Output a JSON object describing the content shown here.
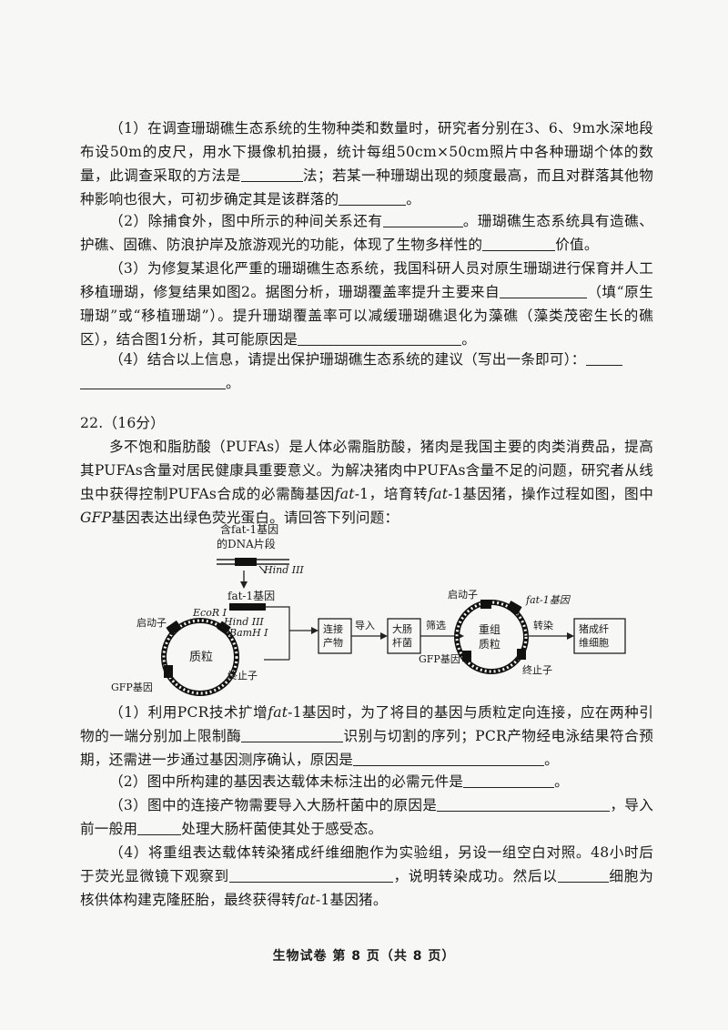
{
  "q21": {
    "p1a": "（1）在调查珊瑚礁生态系统的生物种类和数量时，研究者分别在3、6、9m水深地段布设50m的皮尺，用水下摄像机拍摄，统计每组50cm×50cm照片中各种珊瑚个体的数量，此调查采取的方法是",
    "p1b": "法；若某一种珊瑚出现的频度最高，而且对群落其他物种影响也很大，可初步确定其是该群落的",
    "p1c": "。",
    "p2a": "（2）除捕食外，图中所示的种间关系还有",
    "p2b": "。珊瑚礁生态系统具有造礁、护礁、固礁、防浪护岸及旅游观光的功能，体现了生物多样性的",
    "p2c": "价值。",
    "p3a": "（3）为修复某退化严重的珊瑚礁生态系统，我国科研人员对原生珊瑚进行保育并人工移植珊瑚，修复结果如图2。据图分析，珊瑚覆盖率提升主要来自",
    "p3b": "（填“原生珊瑚”或“移植珊瑚”）。提升珊瑚覆盖率可以减缓珊瑚礁退化为藻礁（藻类茂密生长的礁区），结合图1分析，其可能原因是",
    "p3c": "。",
    "p4a": "（4）结合以上信息，请提出保护珊瑚礁生态系统的建议（写出一条即可）：",
    "p4b": "。"
  },
  "q22": {
    "header": "22.（16分）",
    "intro_a": "多不饱和脂肪酸（PUFAs）是人体必需脂肪酸，猪肉是我国主要的肉类消费品，提高其PUFAs含量对居民健康具重要意义。为解决猪肉中PUFAs含量不足的问题，研究者从线虫中获得控制PUFAs合成的必需酶基因",
    "intro_g1": "fat",
    "intro_b": "-1，培育转",
    "intro_g2": "fat",
    "intro_c": "-1基因猪，操作过程如图，图中",
    "intro_g3": "GFP",
    "intro_d": "基因表达出绿色荧光蛋白。请回答下列问题：",
    "q1a": "（1）利用PCR技术扩增",
    "q1g": "fat",
    "q1b": "-1基因时，为了将目的基因与质粒定向连接，应在两种引物的一端分别加上限制酶",
    "q1c": "识别与切割的序列；PCR产物经电泳结果符合预期，还需进一步通过基因测序确认，原因是",
    "q1d": "。",
    "q2a": "（2）图中所构建的基因表达载体未标注出的必需元件是",
    "q2b": "。",
    "q3a": "（3）图中的连接产物需要导入大肠杆菌中的原因是",
    "q3b": "，导入前一般用",
    "q3c": "处理大肠杆菌使其处于感受态。",
    "q4a": "（4）将重组表达载体转染猪成纤维细胞作为实验组，另设一组空白对照。48小时后于荧光显微镜下观察到",
    "q4b": "，说明转染成功。然后以",
    "q4c": "细胞为核供体构建克隆胚胎，最终获得转",
    "q4g": "fat",
    "q4d": "-1基因猪。"
  },
  "diagram": {
    "dna_label_1": "含fat-1基因",
    "dna_label_2": "的DNA片段",
    "hind_top": "Hind III",
    "fat_gene": "fat-1基因",
    "promoter_left": "启动子",
    "ecor": "EcoR I",
    "hind_mid": "Hind III",
    "bamh": "BamH I",
    "plasmid": "质粒",
    "terminator_left": "终止子",
    "gfp_left": "GFP基因",
    "ligation_1": "连接",
    "ligation_2": "产物",
    "import": "导入",
    "ecoli_1": "大肠",
    "ecoli_2": "杆菌",
    "screen": "筛选",
    "recomb_1": "重组",
    "recomb_2": "质粒",
    "transfect": "转染",
    "fibro_1": "猪成纤",
    "fibro_2": "维细胞",
    "promoter_right": "启动子",
    "fat_right": "fat-1基因",
    "gfp_right": "GFP基因",
    "terminator_right": "终止子"
  },
  "footer": "生物试卷 第 8 页（共 8 页）"
}
